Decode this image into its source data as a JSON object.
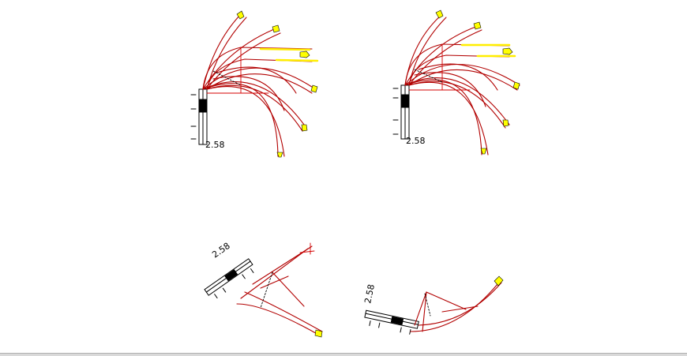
{
  "drawing": {
    "dimension_label": "2.58",
    "views": [
      {
        "id": "view-1",
        "dimension": "2.58"
      },
      {
        "id": "view-2",
        "dimension": "2.58"
      },
      {
        "id": "view-3",
        "dimension": "2.58"
      },
      {
        "id": "view-4",
        "dimension": "2.58"
      }
    ]
  },
  "colors": {
    "path": "#c00000",
    "centerline": "#d40000",
    "guide": "#cc0000",
    "arrow": "#ffff00",
    "arrow_outline": "#000000",
    "vehicle": "#000000",
    "background": "#ffffff"
  }
}
